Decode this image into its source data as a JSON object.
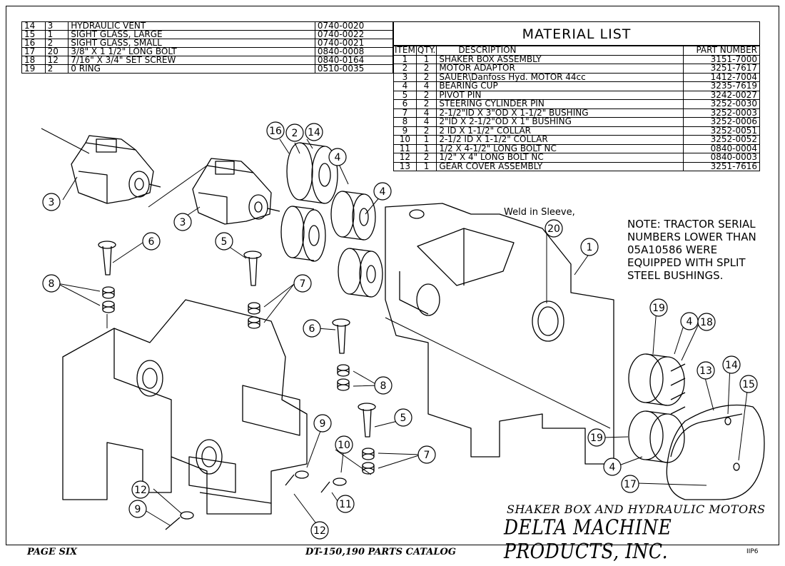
{
  "upper_table": {
    "rows": [
      {
        "item": "14",
        "qty": "3",
        "desc": "HYDRAULIC VENT",
        "part": "0740-0020"
      },
      {
        "item": "15",
        "qty": "1",
        "desc": "SIGHT GLASS, LARGE",
        "part": "0740-0022"
      },
      {
        "item": "16",
        "qty": "2",
        "desc": "SIGHT GLASS, SMALL",
        "part": "0740-0021"
      },
      {
        "item": "17",
        "qty": "20",
        "desc": "3/8\" X 1 1/2\" LONG BOLT",
        "part": "0840-0008"
      },
      {
        "item": "18",
        "qty": "12",
        "desc": "7/16\" X 3/4\" SET SCREW",
        "part": "0840-0164"
      },
      {
        "item": "19",
        "qty": "2",
        "desc": "0 RING",
        "part": "0510-0035"
      }
    ]
  },
  "material_list": {
    "title": "MATERIAL LIST",
    "headers": {
      "item": "ITEM",
      "qty": "QTY.",
      "desc": "DESCRIPTION",
      "part": "PART NUMBER"
    },
    "rows": [
      {
        "item": "1",
        "qty": "1",
        "desc": "SHAKER BOX ASSEMBLY",
        "part": "3151-7000"
      },
      {
        "item": "2",
        "qty": "2",
        "desc": "MOTOR ADAPTOR",
        "part": "3251-7617"
      },
      {
        "item": "3",
        "qty": "2",
        "desc": "SAUER\\Danfoss Hyd. MOTOR 44cc",
        "part": "1412-7004"
      },
      {
        "item": "4",
        "qty": "4",
        "desc": "BEARING CUP",
        "part": "3235-7619"
      },
      {
        "item": "5",
        "qty": "2",
        "desc": "PIVOT PIN",
        "part": "3242-0027"
      },
      {
        "item": "6",
        "qty": "2",
        "desc": "STEERING CYLINDER PIN",
        "part": "3252-0030"
      },
      {
        "item": "7",
        "qty": "4",
        "desc": "2-1/2\"ID X 3\"OD X 1-1/2\" BUSHING",
        "part": "3252-0003"
      },
      {
        "item": "8",
        "qty": "4",
        "desc": "2\"ID X 2-1/2\"OD X 1\" BUSHING",
        "part": "3252-0006"
      },
      {
        "item": "9",
        "qty": "2",
        "desc": "2 ID X 1-1/2\" COLLAR",
        "part": "3252-0051"
      },
      {
        "item": "10",
        "qty": "1",
        "desc": "2-1/2 ID X 1-1/2\" COLLAR",
        "part": "3252-0052"
      },
      {
        "item": "11",
        "qty": "1",
        "desc": "1/2 X 4-1/2\" LONG BOLT NC",
        "part": "0840-0004"
      },
      {
        "item": "12",
        "qty": "2",
        "desc": "1/2\" X 4\" LONG BOLT NC",
        "part": "0840-0003"
      },
      {
        "item": "13",
        "qty": "1",
        "desc": "GEAR COVER ASSEMBLY",
        "part": "3251-7616"
      }
    ]
  },
  "annotations": {
    "weld": "Weld in Sleeve,",
    "note_lines": [
      "NOTE: TRACTOR SERIAL",
      "NUMBERS LOWER THAN",
      "05A10586 WERE",
      "EQUIPPED WITH SPLIT",
      "STEEL BUSHINGS."
    ]
  },
  "callouts": [
    "3",
    "3",
    "16",
    "2",
    "14",
    "4",
    "4",
    "6",
    "5",
    "8",
    "7",
    "20",
    "1",
    "6",
    "8",
    "5",
    "7",
    "9",
    "10",
    "11",
    "12",
    "9",
    "12",
    "19",
    "4",
    "18",
    "13",
    "14",
    "15",
    "19",
    "4",
    "17"
  ],
  "title_block": {
    "line1": "SHAKER BOX AND HYDRAULIC MOTORS",
    "line2": "DELTA MACHINE PRODUCTS, INC."
  },
  "footer": {
    "left": "PAGE SIX",
    "center": "DT-150,190 PARTS CATALOG",
    "code": "IIP6"
  }
}
